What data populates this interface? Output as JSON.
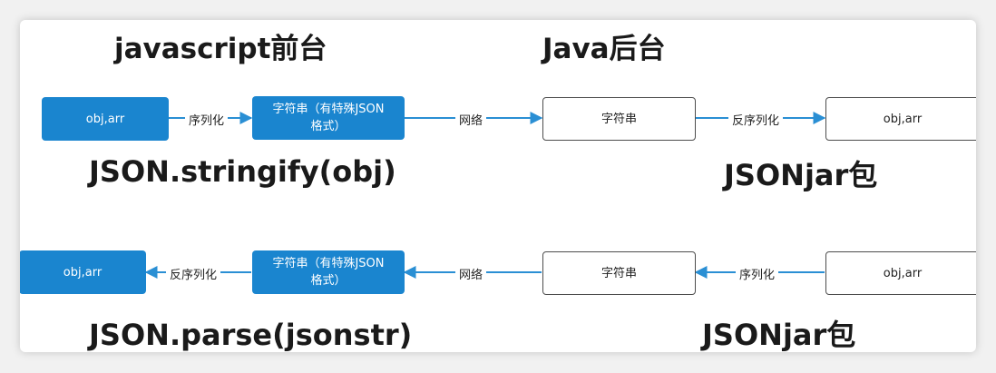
{
  "headings": {
    "frontend": "javascript前台",
    "backend": "Java后台",
    "stringify": "JSON.stringify(obj)",
    "jar_top": "JSONjar包",
    "parse": "JSON.parse(jsonstr)",
    "jar_bottom": "JSONjar包"
  },
  "row_top": {
    "box1": "obj,arr",
    "label1": "序列化",
    "box2": "字符串（有特殊JSON格式）",
    "label2": "网络",
    "box3": "字符串",
    "label3": "反序列化",
    "box4": "obj,arr"
  },
  "row_bottom": {
    "box1": "obj,arr",
    "label1": "反序列化",
    "box2": "字符串（有特殊JSON格式）",
    "label2": "网络",
    "box3": "字符串",
    "label3": "序列化",
    "box4": "obj,arr"
  },
  "colors": {
    "accent": "#1a85cf",
    "arrow": "#2a8fd4"
  }
}
